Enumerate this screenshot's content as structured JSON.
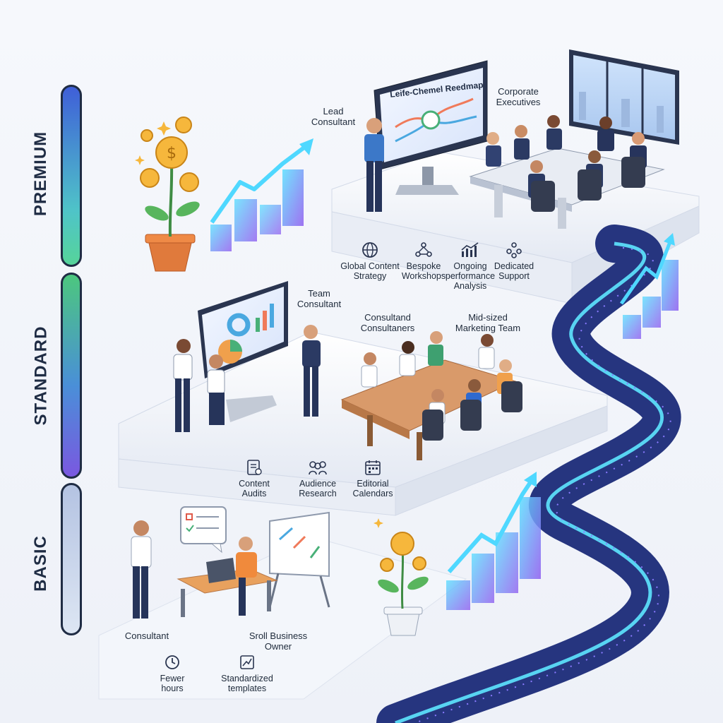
{
  "tiers": {
    "premium": "PREMIUM",
    "standard": "STANDARD",
    "basic": "BASIC"
  },
  "premium": {
    "screen_title": "Leife-Chemel Reedmap",
    "lead_label": "Lead\nConsultant",
    "exec_label": "Corporate\nExecutives",
    "features": [
      {
        "icon": "globe-icon",
        "label": "Global Content\nStrategy"
      },
      {
        "icon": "workshop-icon",
        "label": "Bespoke\nWorkshops"
      },
      {
        "icon": "chart-icon",
        "label": "Ongoing\nperformance\nAnalysis"
      },
      {
        "icon": "team-icon",
        "label": "Dedicated\nSupport"
      }
    ]
  },
  "standard": {
    "team_label": "Team\nConsultant",
    "consult_label": "Consultand\nConsultaners",
    "marketing_label": "Mid-sized\nMarketing Team",
    "features": [
      {
        "icon": "audit-icon",
        "label": "Content\nAudits"
      },
      {
        "icon": "audience-icon",
        "label": "Audience\nResearch"
      },
      {
        "icon": "calendar-icon",
        "label": "Editorial\nCalendars"
      }
    ]
  },
  "basic": {
    "consultant_label": "Consultant",
    "owner_label": "Sroll Business\nOwner",
    "features": [
      {
        "icon": "clock-icon",
        "label": "Fewer\nhours"
      },
      {
        "icon": "template-icon",
        "label": "Standardized\ntemplates"
      }
    ]
  },
  "colors": {
    "premium_bar": "#3a67d6",
    "standard_bar": "#48c47a",
    "basic_bar": "#c5d2e8",
    "road": "#2d3f8c",
    "glow": "#5ee6ff"
  }
}
